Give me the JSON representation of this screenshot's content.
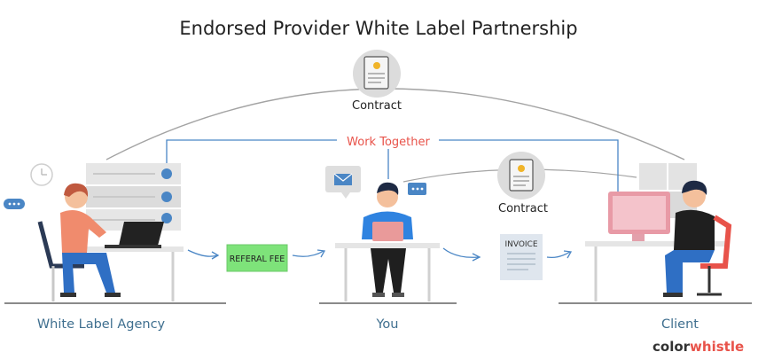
{
  "title": "Endorsed Provider White Label Partnership",
  "top_contract_label": "Contract",
  "work_together_label": "Work Together",
  "mid_contract_label": "Contract",
  "referral_fee_label": "REFERAL FEE",
  "invoice_label": "INVOICE",
  "nodes": {
    "agency": "White Label Agency",
    "you": "You",
    "client": "Client"
  },
  "logo": {
    "text_a": "color",
    "text_b": "whistle"
  },
  "colors": {
    "accent_red": "#e8534a",
    "link_blue": "#4a86c5",
    "arc_gray": "#9a9a9a",
    "text_blue": "#3f6f8f",
    "fee_green": "#7ee37a"
  }
}
